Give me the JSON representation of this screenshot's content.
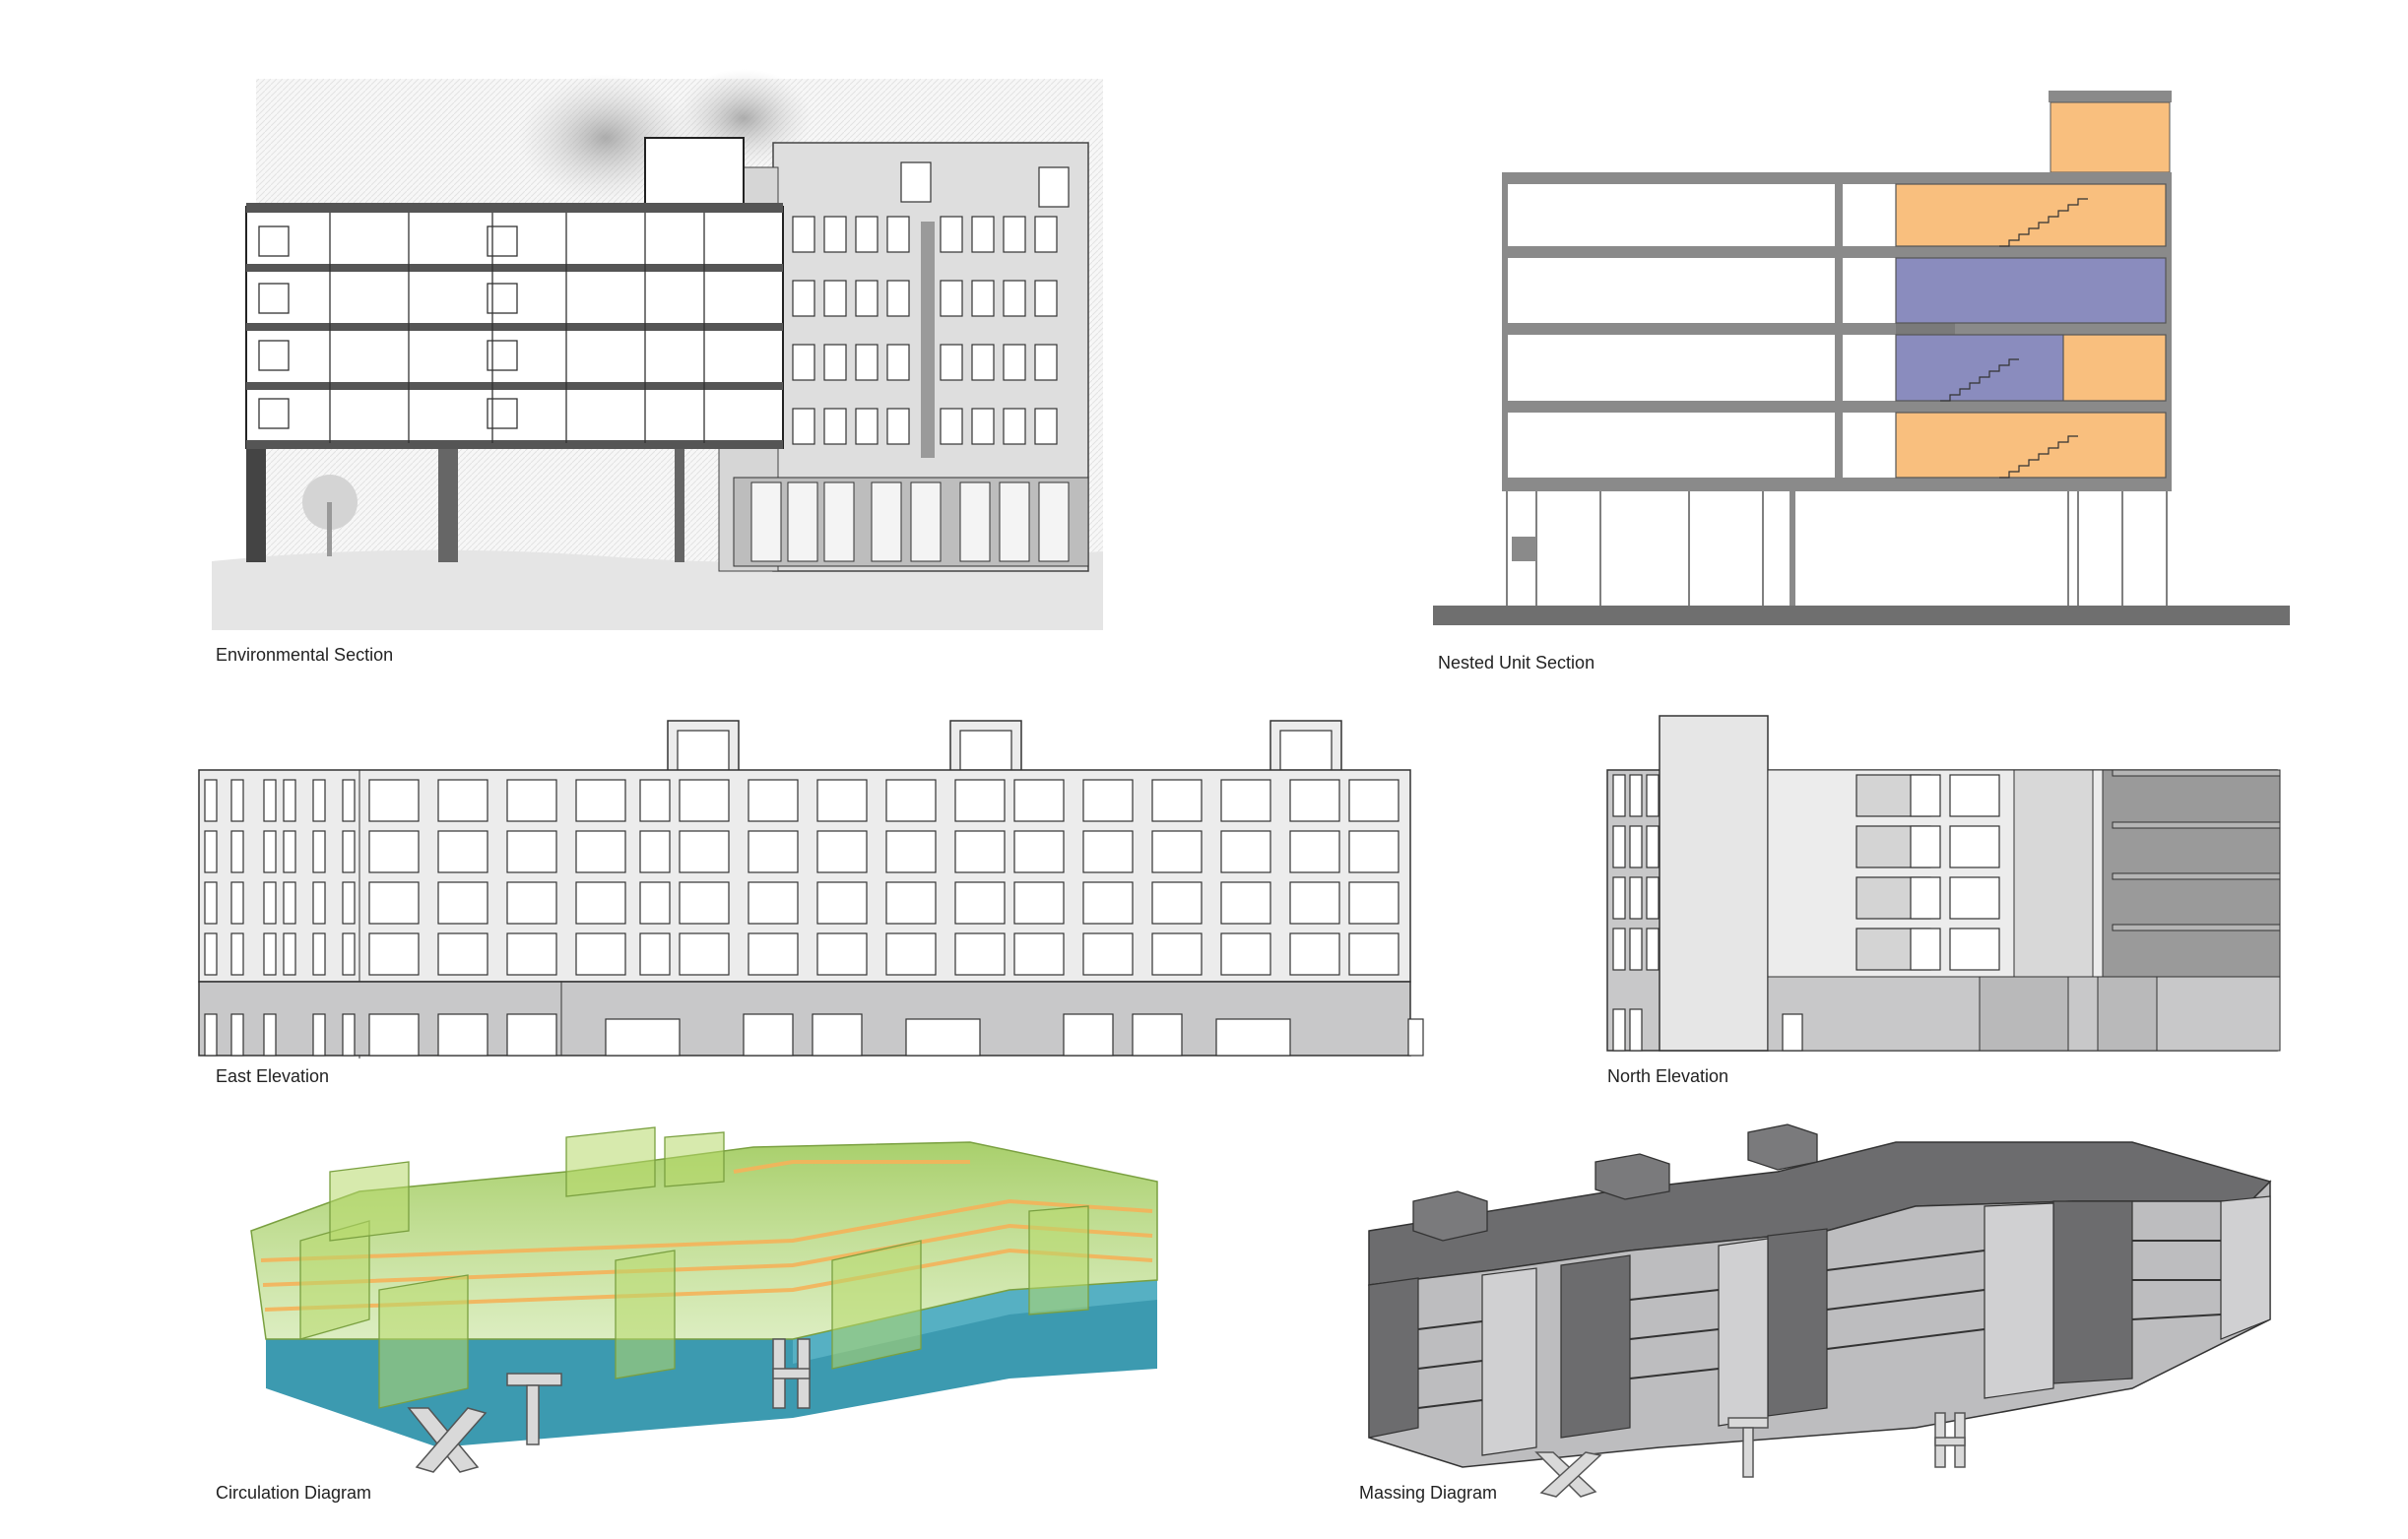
{
  "captions": {
    "environmental_section": "Environmental Section",
    "nested_unit_section": "Nested Unit Section",
    "east_elevation": "East Elevation",
    "north_elevation": "North Elevation",
    "circulation_diagram": "Circulation Diagram",
    "massing_diagram": "Massing Diagram"
  },
  "colors": {
    "orange_unit": "#f9bf7e",
    "purple_unit": "#8a8cbe",
    "slab_grey": "#8a8a8a",
    "facade_light": "#ececec",
    "facade_base": "#c8c8c9",
    "circulation_green": "#b7d86a",
    "circulation_teal": "#3c9ab0",
    "circulation_glow": "#f5b35a",
    "massing_dark": "#6c6c6e",
    "massing_light": "#bdbdbf"
  }
}
